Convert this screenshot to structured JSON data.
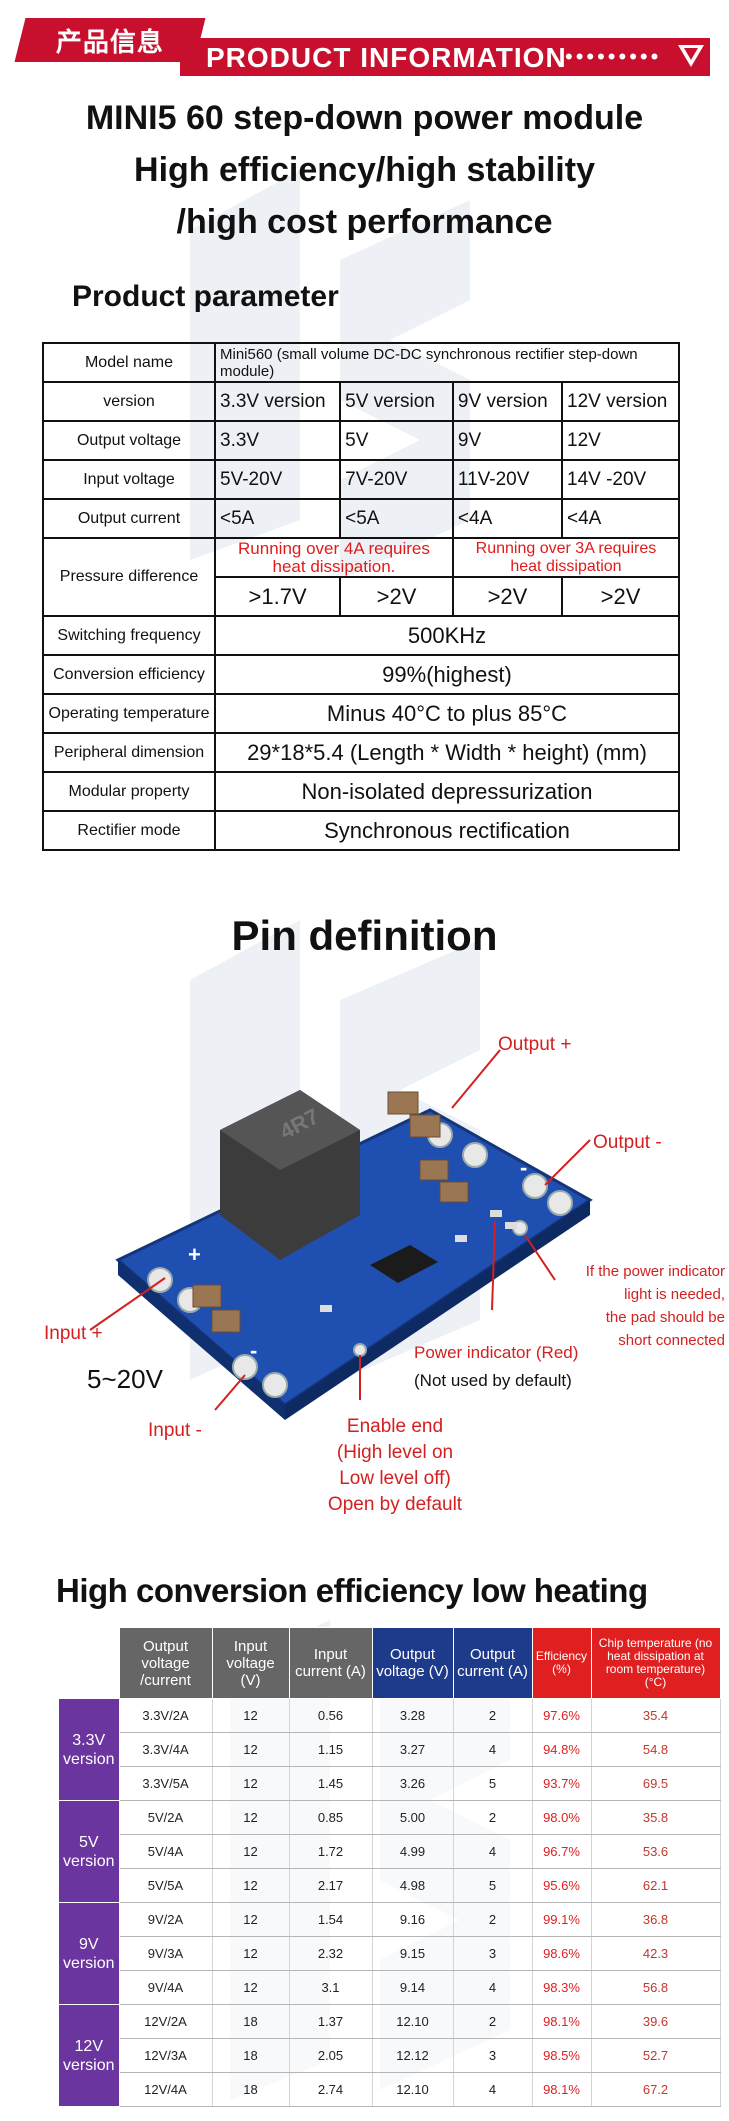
{
  "header": {
    "cn_label": "产品信息",
    "en_label": "PRODUCT INFORMATION",
    "dots": "•••••••••"
  },
  "title": {
    "line1": "MINI5 60 step-down power module",
    "line2": "High efficiency/high stability",
    "line3": "/high cost performance"
  },
  "product_parameter": {
    "heading": "Product parameter",
    "model_label": "Model name",
    "model_value": "Mini560 (small volume DC-DC synchronous rectifier step-down module)",
    "version_label": "version",
    "versions": [
      "3.3V version",
      "5V version",
      "9V version",
      "12V version"
    ],
    "output_voltage_label": "Output voltage",
    "output_voltages": [
      "3.3V",
      "5V",
      "9V",
      "12V"
    ],
    "input_voltage_label": "Input voltage",
    "input_voltages": [
      "5V-20V",
      "7V-20V",
      "11V-20V",
      "14V -20V"
    ],
    "output_current_label": "Output current",
    "output_currents": [
      "<5A",
      "<5A",
      "<4A",
      "<4A"
    ],
    "pressure_label": "Pressure difference",
    "pressure_note_1": "Running over 4A requires heat dissipation.",
    "pressure_note_2": "Running over 3A requires heat dissipation",
    "pressure_values": [
      ">1.7V",
      ">2V",
      ">2V",
      ">2V"
    ],
    "switching_label": "Switching frequency",
    "switching_value": "500KHz",
    "conversion_label": "Conversion efficiency",
    "conversion_value": "99%(highest)",
    "operating_label": "Operating temperature",
    "operating_value": "Minus 40°C to plus 85°C",
    "dimension_label": "Peripheral dimension",
    "dimension_value": "29*18*5.4 (Length * Width * height) (mm)",
    "modular_label": "Modular property",
    "modular_value": "Non-isolated depressurization",
    "rectifier_label": "Rectifier mode",
    "rectifier_value": "Synchronous rectification"
  },
  "pin_definition": {
    "heading": "Pin definition",
    "output_plus": "Output +",
    "output_minus": "Output -",
    "input_plus": "Input +",
    "input_minus": "Input -",
    "input_range": "5~20V",
    "power_indicator": "Power indicator (Red)",
    "power_indicator_note": "(Not used by default)",
    "enable_1": "Enable end",
    "enable_2": "(High level on",
    "enable_3": "Low level off)",
    "enable_4": "Open by default",
    "short_1": "If the power indicator",
    "short_2": "light is needed,",
    "short_3": "the pad should be",
    "short_4": "short connected",
    "plus_marks": [
      "+",
      "+"
    ],
    "minus_marks": [
      "-",
      "-"
    ]
  },
  "efficiency": {
    "heading": "High conversion efficiency low heating",
    "headers": [
      "Output voltage /current",
      "Input voltage (V)",
      "Input current (A)",
      "Output voltage (V)",
      "Output current (A)",
      "Efficiency (%)",
      "Chip temperature (no heat dissipation at room temperature) (°C)"
    ],
    "groups": [
      {
        "name": "3.3V version",
        "rows": [
          [
            "3.3V/2A",
            "12",
            "0.56",
            "3.28",
            "2",
            "97.6%",
            "35.4"
          ],
          [
            "3.3V/4A",
            "12",
            "1.15",
            "3.27",
            "4",
            "94.8%",
            "54.8"
          ],
          [
            "3.3V/5A",
            "12",
            "1.45",
            "3.26",
            "5",
            "93.7%",
            "69.5"
          ]
        ]
      },
      {
        "name": "5V version",
        "rows": [
          [
            "5V/2A",
            "12",
            "0.85",
            "5.00",
            "2",
            "98.0%",
            "35.8"
          ],
          [
            "5V/4A",
            "12",
            "1.72",
            "4.99",
            "4",
            "96.7%",
            "53.6"
          ],
          [
            "5V/5A",
            "12",
            "2.17",
            "4.98",
            "5",
            "95.6%",
            "62.1"
          ]
        ]
      },
      {
        "name": "9V version",
        "rows": [
          [
            "9V/2A",
            "12",
            "1.54",
            "9.16",
            "2",
            "99.1%",
            "36.8"
          ],
          [
            "9V/3A",
            "12",
            "2.32",
            "9.15",
            "3",
            "98.6%",
            "42.3"
          ],
          [
            "9V/4A",
            "12",
            "3.1",
            "9.14",
            "4",
            "98.3%",
            "56.8"
          ]
        ]
      },
      {
        "name": "12V version",
        "rows": [
          [
            "12V/2A",
            "18",
            "1.37",
            "12.10",
            "2",
            "98.1%",
            "39.6"
          ],
          [
            "12V/3A",
            "18",
            "2.05",
            "12.12",
            "3",
            "98.5%",
            "52.7"
          ],
          [
            "12V/4A",
            "18",
            "2.74",
            "12.10",
            "4",
            "98.1%",
            "67.2"
          ]
        ]
      }
    ]
  },
  "colors": {
    "brand_red": "#c8102e",
    "label_red": "#d32020",
    "version_purple": "#6b35a0",
    "header_blue": "#1e3a8a",
    "header_gray": "#666666",
    "pcb_blue": "#1f4fb0"
  }
}
